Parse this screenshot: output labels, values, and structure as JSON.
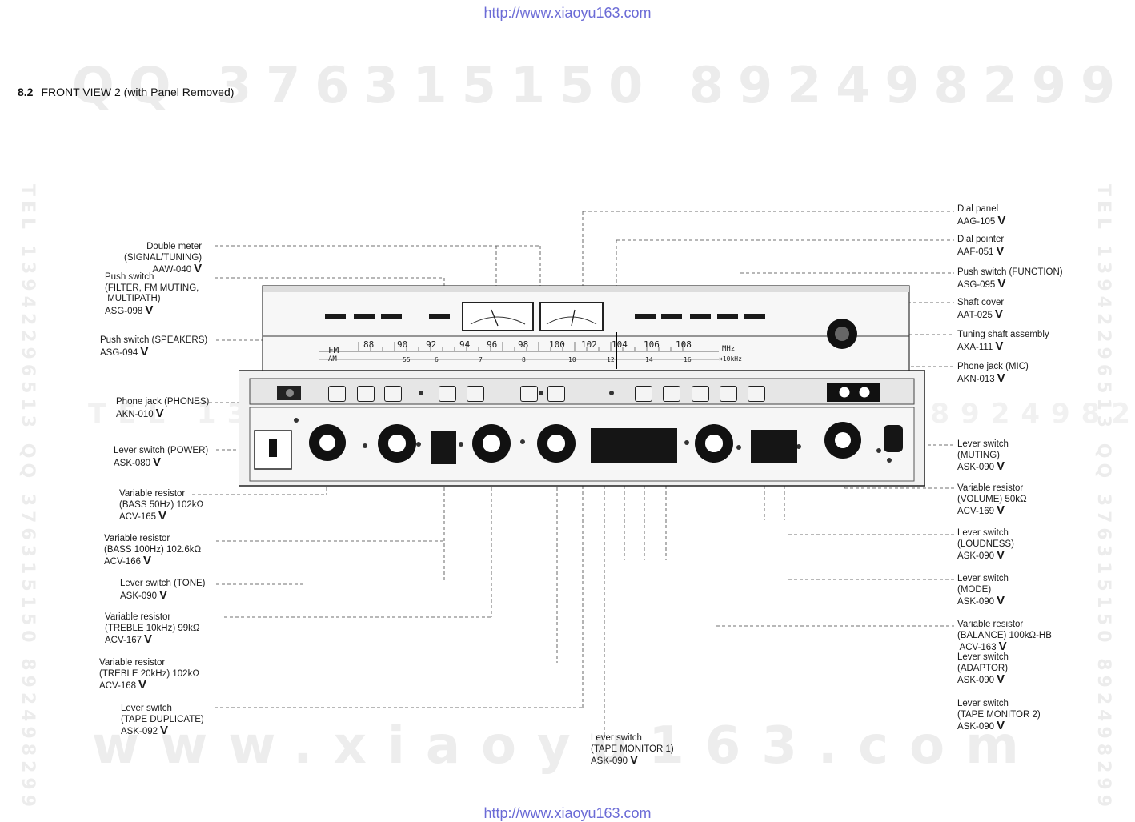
{
  "source_url": "http://www.xiaoyu163.com",
  "watermarks": {
    "qq_line": "QQ 376315150   892498299",
    "middle_line": "TEL 13942296513 QQ 376315150 892498299",
    "bottom_line": "www.xiaoyu163.com",
    "side_text": "TEL 13942296513 QQ 376315150 892498299"
  },
  "section": {
    "number": "8.2",
    "title": "FRONT VIEW 2 (with Panel Removed)"
  },
  "tick_mark": "V",
  "labels_left": [
    {
      "id": "double-meter",
      "text": "Double meter\n(SIGNAL/TUNING)\nAAW-040"
    },
    {
      "id": "push-switch-filter",
      "text": "Push switch\n(FILTER, FM MUTING,\n MULTIPATH)\nASG-098"
    },
    {
      "id": "push-switch-speakers",
      "text": "Push switch (SPEAKERS)\nASG-094"
    },
    {
      "id": "phone-jack-phones",
      "text": "Phone jack (PHONES)\nAKN-010"
    },
    {
      "id": "lever-switch-power",
      "text": "Lever switch (POWER)\nASK-080"
    },
    {
      "id": "var-res-bass50",
      "text": "Variable resistor\n(BASS 50Hz) 102kΩ\nACV-165"
    },
    {
      "id": "var-res-bass100",
      "text": "Variable resistor\n(BASS 100Hz) 102.6kΩ\nACV-166"
    },
    {
      "id": "lever-switch-tone",
      "text": "Lever switch (TONE)\nASK-090"
    },
    {
      "id": "var-res-treble10",
      "text": "Variable resistor\n(TREBLE 10kHz) 99kΩ\nACV-167"
    },
    {
      "id": "var-res-treble20",
      "text": "Variable resistor\n(TREBLE 20kHz) 102kΩ\nACV-168"
    },
    {
      "id": "lever-switch-tape-dup",
      "text": "Lever switch\n(TAPE DUPLICATE)\nASK-092"
    }
  ],
  "labels_right": [
    {
      "id": "dial-panel",
      "text": "Dial panel\nAAG-105"
    },
    {
      "id": "dial-pointer",
      "text": "Dial pointer\nAAF-051"
    },
    {
      "id": "push-switch-function",
      "text": "Push switch (FUNCTION)\nASG-095"
    },
    {
      "id": "shaft-cover",
      "text": "Shaft cover\nAAT-025"
    },
    {
      "id": "tuning-shaft",
      "text": "Tuning shaft assembly\nAXA-111"
    },
    {
      "id": "phone-jack-mic",
      "text": "Phone jack (MIC)\nAKN-013"
    },
    {
      "id": "lever-switch-muting",
      "text": "Lever switch\n(MUTING)\nASK-090"
    },
    {
      "id": "var-res-volume",
      "text": "Variable resistor\n(VOLUME) 50kΩ\nACV-169"
    },
    {
      "id": "lever-switch-loudness",
      "text": "Lever switch\n(LOUDNESS)\nASK-090"
    },
    {
      "id": "lever-switch-mode",
      "text": "Lever switch\n(MODE)\nASK-090"
    },
    {
      "id": "var-res-balance",
      "text": "Variable resistor\n(BALANCE) 100kΩ-HB\n ACV-163"
    },
    {
      "id": "lever-switch-adaptor",
      "text": "Lever switch\n(ADAPTOR)\nASK-090"
    },
    {
      "id": "lever-switch-tape-mon2",
      "text": "Lever switch\n(TAPE MONITOR 2)\nASK-090"
    }
  ],
  "label_bottom": {
    "id": "lever-switch-tape-mon1",
    "text": "Lever switch\n(TAPE MONITOR 1)\nASK-090"
  },
  "dial": {
    "fm_label": "FM",
    "am_label": "AM",
    "mhz_label": "MHz",
    "khz_label": "×10kHz",
    "fm_scale": [
      "88",
      "90",
      "92",
      "94",
      "96",
      "98",
      "100",
      "102",
      "104",
      "106",
      "108"
    ],
    "am_scale": [
      "55",
      "6",
      "7",
      "8",
      "10",
      "12",
      "14",
      "16"
    ]
  }
}
